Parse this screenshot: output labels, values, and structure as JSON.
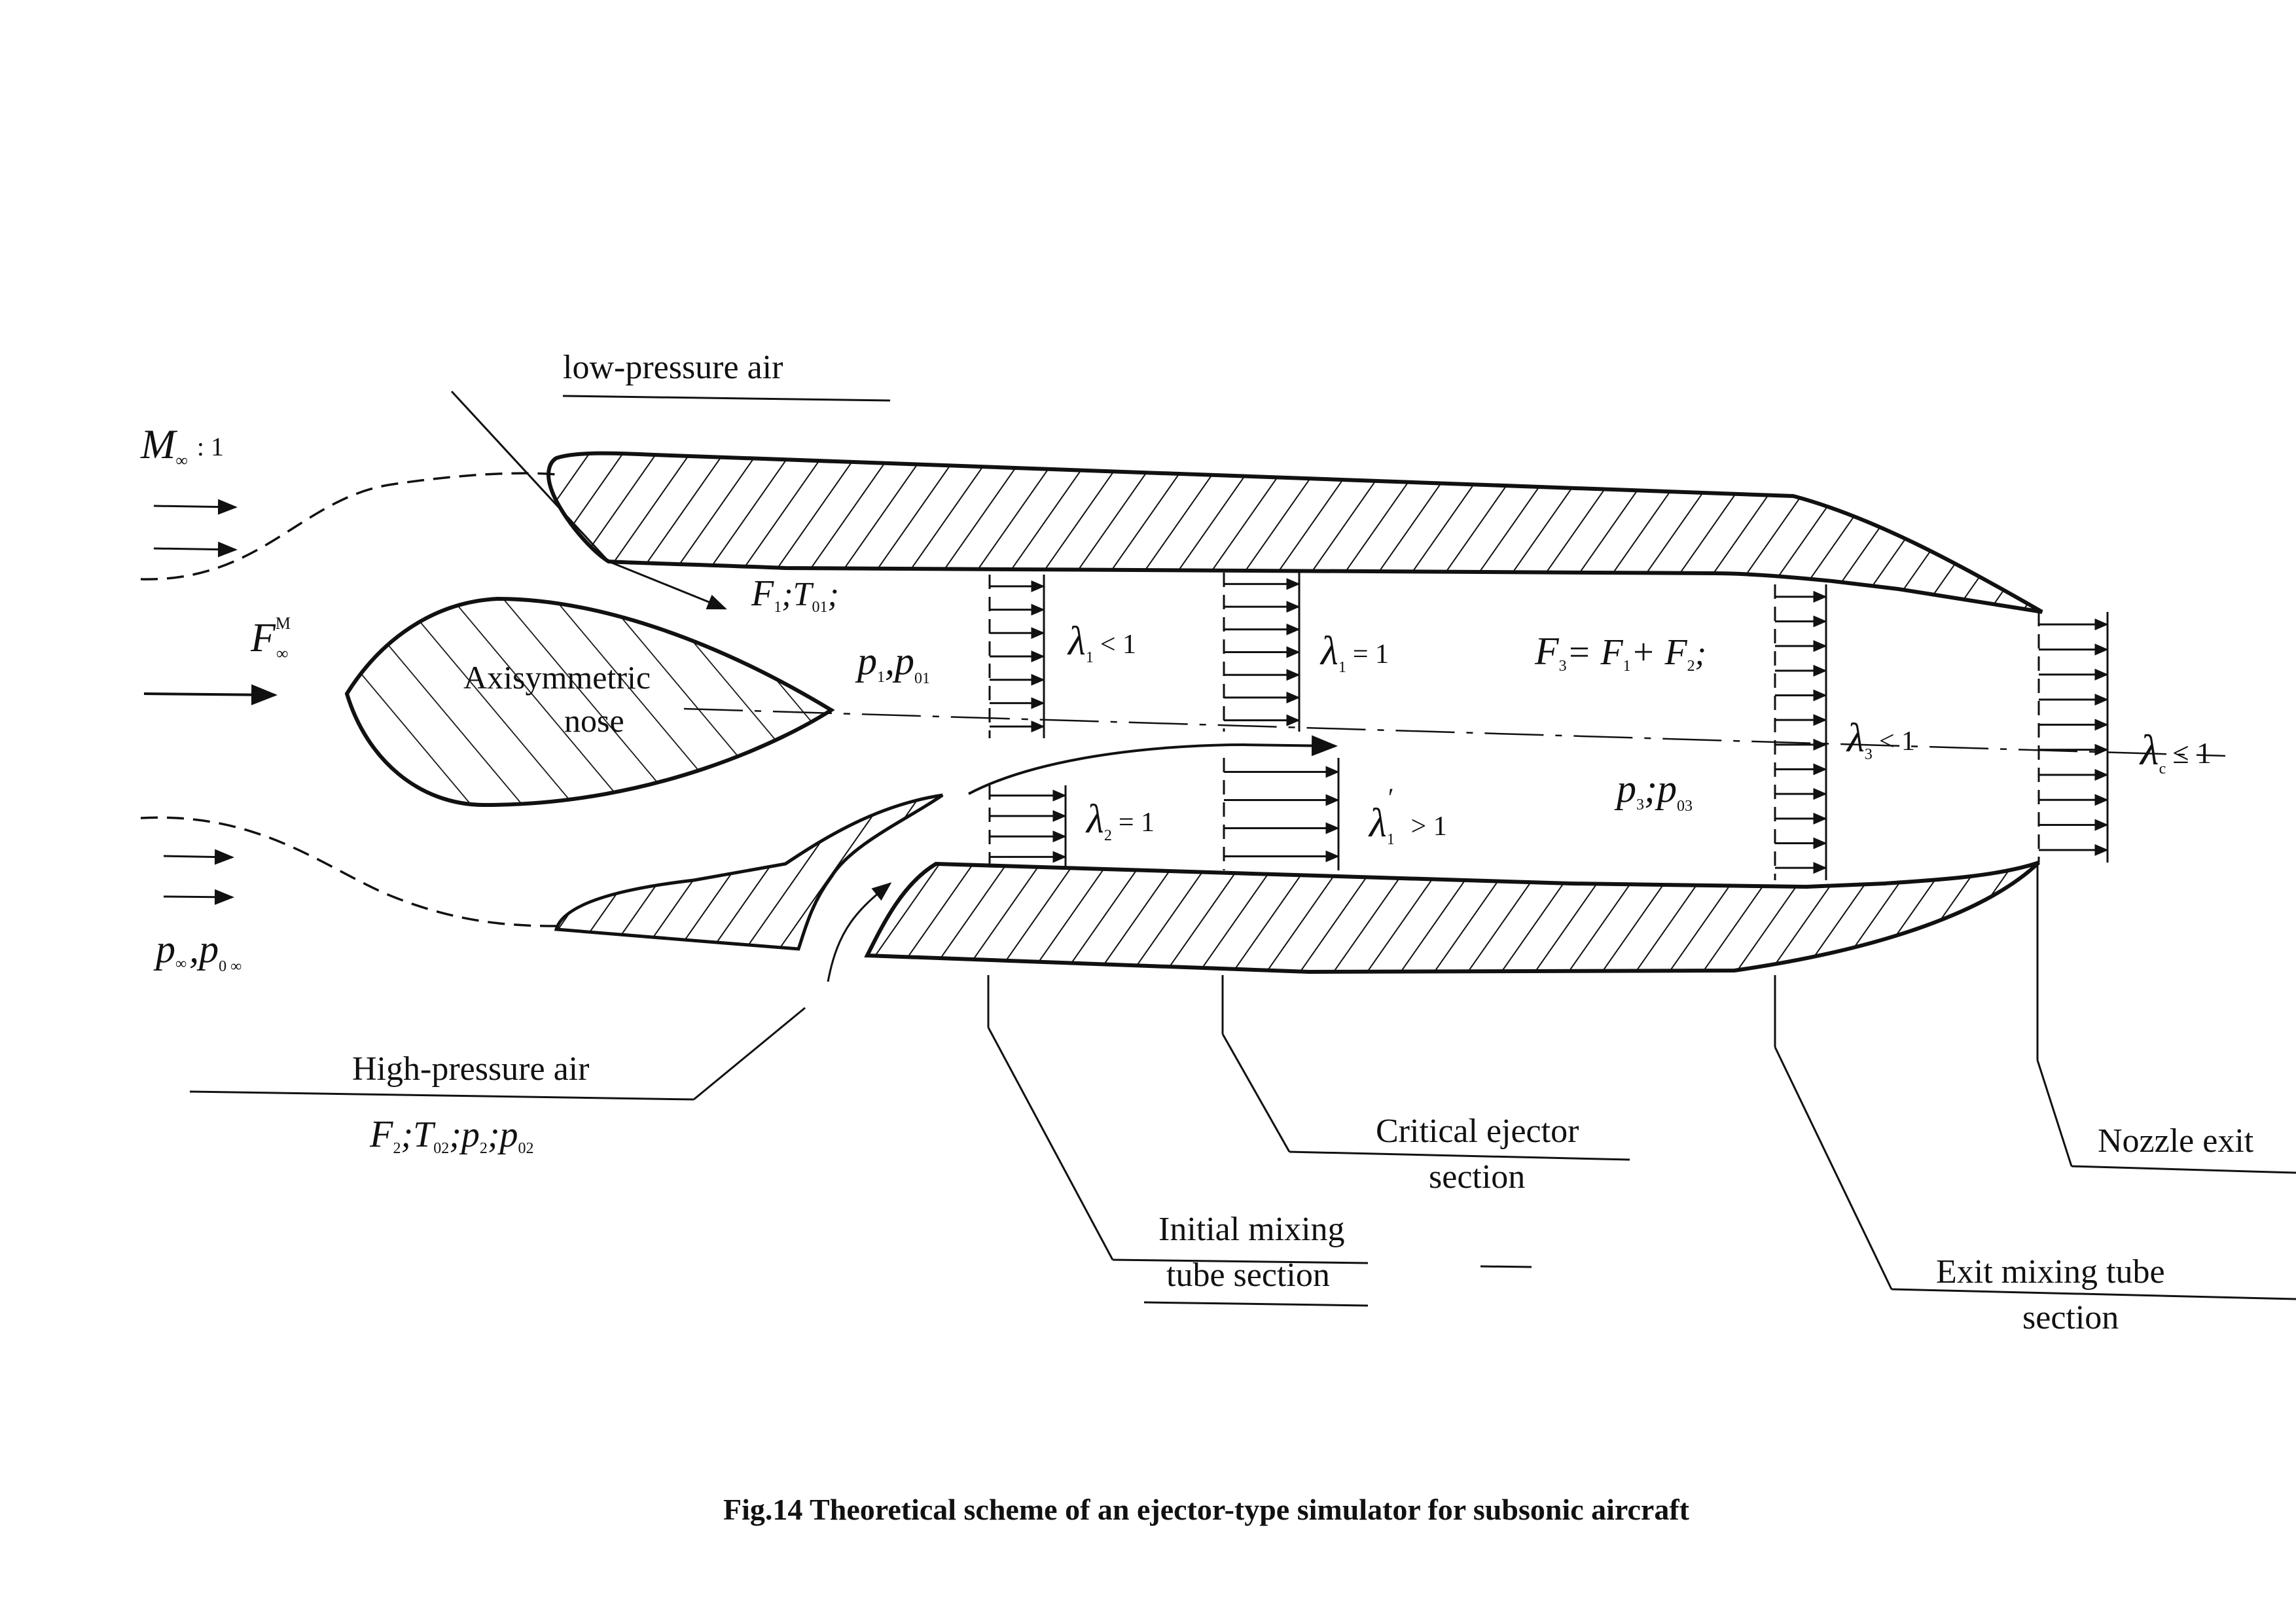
{
  "figure": {
    "caption": "Fig.14 Theoretical scheme of an ejector-type simulator for subsonic aircraft"
  },
  "labels": {
    "low_pressure_air": "low-pressure air",
    "high_pressure_air": "High-pressure air",
    "axisymmetric": "Axisymmetric",
    "nose": "nose",
    "critical_ejector": "Critical ejector",
    "critical_ejector_2": "section",
    "nozzle_exit": "Nozzle exit",
    "initial_mixing": "Initial mixing",
    "initial_mixing_2": "tube section",
    "exit_mixing": "Exit mixing tube",
    "exit_mixing_2": "section"
  },
  "symbols": {
    "mach_inf": "M",
    "mach_inf_sub": "∞",
    "mach_inf_val": ": 1",
    "f_inf": "F",
    "f_inf_sup": "M",
    "f_inf_sub": "∞",
    "p_inf": "p",
    "p_inf_sub": "∞",
    "p0_inf": "p",
    "p0_inf_sub": "0 ∞",
    "f1t01": "F",
    "f1t01_a": "1",
    "f1t01_b": ";T",
    "f1t01_c": "01",
    "f1t01_d": ";",
    "p1p01_p": "p",
    "p1p01_a": "1",
    "p1p01_b": ",p",
    "p1p01_c": "01",
    "lam1_lt": "λ",
    "lam1_lt_sub": "1",
    "lam1_lt_rel": "< 1",
    "lam1_eq": "λ",
    "lam1_eq_sub": "1",
    "lam1_eq_rel": "= 1",
    "f3": "F",
    "f3_sub": "3",
    "f3_eq": "= F",
    "f3_f1": "1",
    "f3_plus": "+ F",
    "f3_f2": "2",
    "f3_semi": ";",
    "lam3": "λ",
    "lam3_sub": "3",
    "lam3_rel": "< 1",
    "lamc": "λ",
    "lamc_sub": "c",
    "lamc_rel": "≤ 1",
    "lam2": "λ",
    "lam2_sub": "2",
    "lam2_rel": "= 1",
    "lam1p": "λ",
    "lam1p_sub": "1",
    "lam1p_prime": "′",
    "lam1p_rel": "> 1",
    "p3p03_p": "p",
    "p3p03_a": "3",
    "p3p03_b": ";p",
    "p3p03_c": "03",
    "hp_f": "F",
    "hp_a": "2",
    "hp_b": ";T",
    "hp_c": "02",
    "hp_d": ";p",
    "hp_e": "2",
    "hp_f2": ";p",
    "hp_g": "02"
  }
}
